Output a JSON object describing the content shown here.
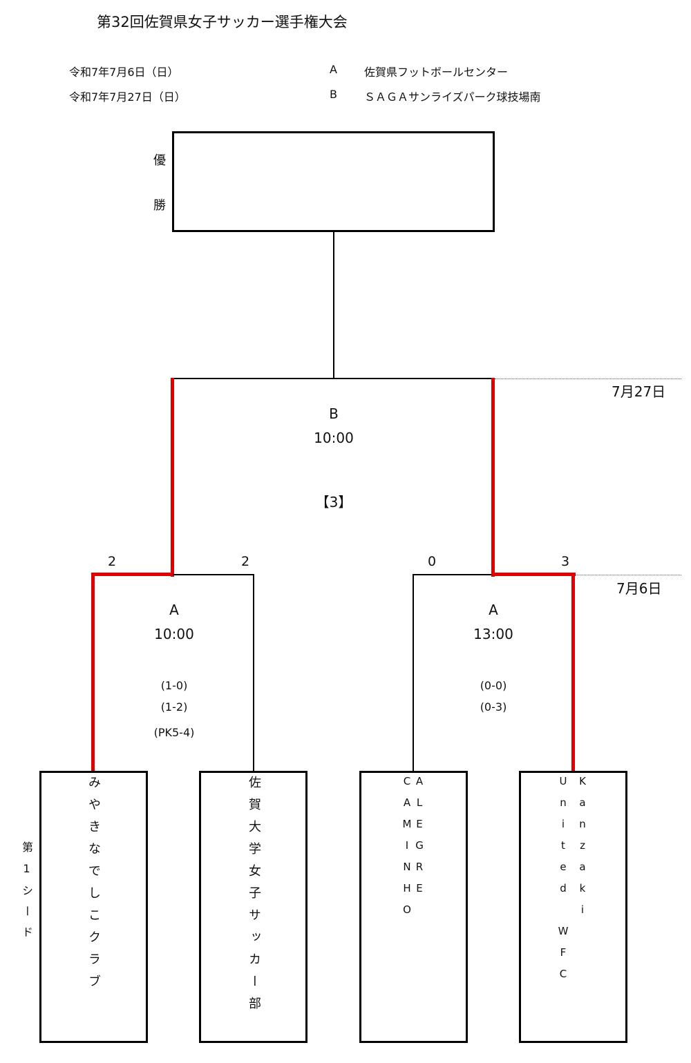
{
  "title": "第32回佐賀県女子サッカー選手権大会",
  "schedule": [
    {
      "date": "令和7年7月6日（日）",
      "venue_code": "A",
      "venue": "佐賀県フットボールセンター"
    },
    {
      "date": "令和7年7月27日（日）",
      "venue_code": "B",
      "venue": "ＳＡＧＡサンライズパーク球技場南"
    }
  ],
  "champion": {
    "label_1": "優",
    "label_2": "勝"
  },
  "final": {
    "date": "7月27日",
    "venue": "B",
    "time": "10:00",
    "match_no": "【3】"
  },
  "round1_date": "7月6日",
  "semis": [
    {
      "venue": "A",
      "time": "10:00",
      "scores": [
        "2",
        "2"
      ],
      "details": [
        "(1-0)",
        "(1-2)",
        "(PK5-4)"
      ]
    },
    {
      "venue": "A",
      "time": "13:00",
      "scores": [
        "0",
        "3"
      ],
      "details": [
        "(0-0)",
        "(0-3)"
      ]
    }
  ],
  "teams": [
    {
      "name": "みやきなでしこクラブ",
      "seed": "第1シード"
    },
    {
      "name": "佐賀大学女子サッカー部"
    },
    {
      "name": "ALEGRE CAMINHO"
    },
    {
      "name_1": "United WFC",
      "name_2": "Kanzaki"
    }
  ],
  "colors": {
    "winner_line": "#e00000",
    "line": "#000000"
  }
}
